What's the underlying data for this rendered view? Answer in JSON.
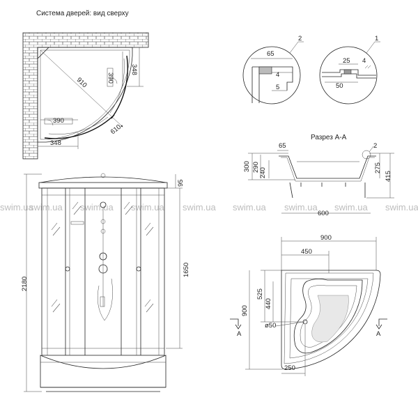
{
  "top_view": {
    "title": "Система дверей: вид сверху",
    "dims": {
      "d390a": "390",
      "d348a": "348",
      "d910": "910",
      "d390b": "390",
      "d610": "610",
      "d348b": "348"
    }
  },
  "detail_2": {
    "label": "2",
    "d65": "65",
    "d4": "4",
    "d5": "5"
  },
  "detail_1": {
    "label": "1",
    "d25": "25",
    "d4": "4",
    "d50": "50"
  },
  "section_aa": {
    "title": "Разрез А-А",
    "label2": "2",
    "dims": {
      "d65": "65",
      "d300": "300",
      "d290": "290",
      "d240": "240",
      "d275": "275",
      "d415": "415",
      "d600": "600"
    }
  },
  "front_view": {
    "dims": {
      "d95": "95",
      "d2180": "2180",
      "d1650": "1650"
    }
  },
  "tray_plan": {
    "dims": {
      "d900top": "900",
      "d450": "450",
      "d525": "525",
      "d440": "440",
      "d900side": "900",
      "d50": "ø50",
      "d250": "250"
    },
    "section_marks": {
      "left": "A",
      "right": "A"
    }
  },
  "watermarks": [
    "swim.ua",
    "swim.ua",
    "swim.ua",
    "swim.ua",
    "swim.ua",
    "swim.ua",
    "swim.ua",
    "swim.ua",
    "swim.ua",
    "swim.ua"
  ]
}
